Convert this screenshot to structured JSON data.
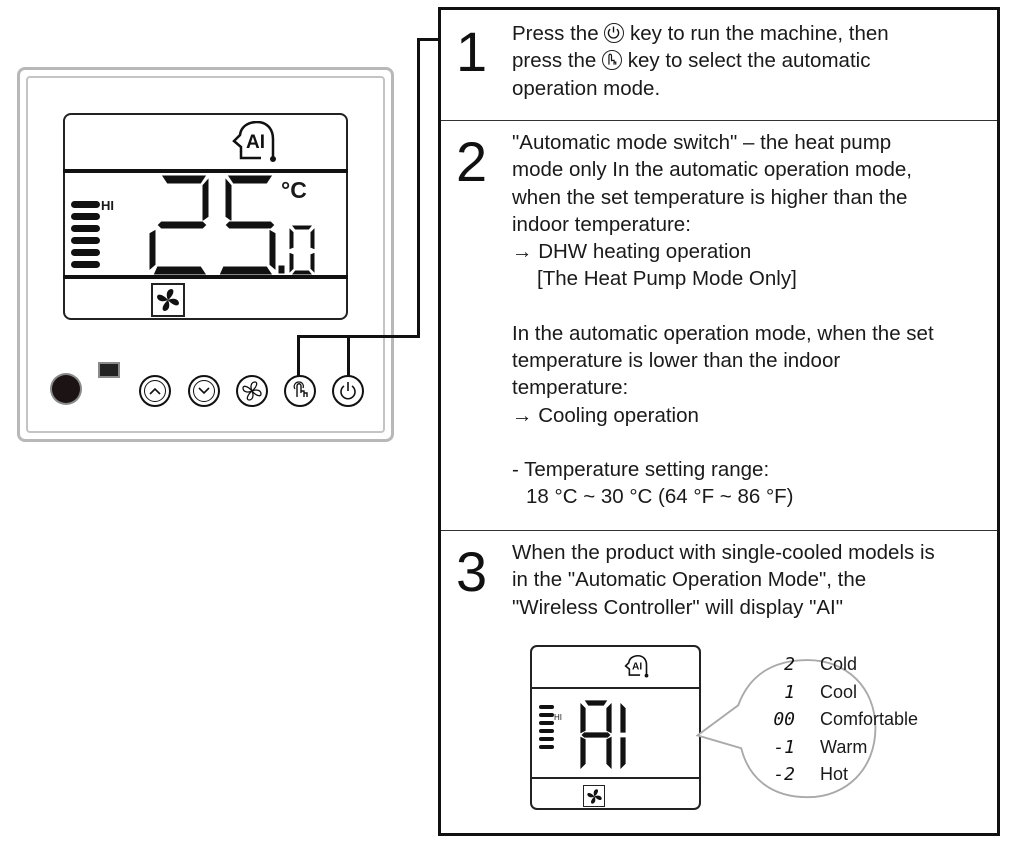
{
  "controller": {
    "display": {
      "temperature_whole": "25",
      "temperature_decimal": "0",
      "unit": "°C",
      "fan_speed_label": "HI",
      "fan_speed_levels": 6,
      "mode_icon": "ai-head-icon",
      "mode_icon_text": "AI"
    },
    "keys": [
      {
        "name": "up-key",
        "icon": "chevron-up-icon"
      },
      {
        "name": "down-key",
        "icon": "chevron-down-icon"
      },
      {
        "name": "fan-key",
        "icon": "fan-icon"
      },
      {
        "name": "mode-key",
        "icon": "hand-pointer-icon"
      },
      {
        "name": "power-key",
        "icon": "power-icon"
      }
    ]
  },
  "steps": [
    {
      "number": "1",
      "lines": {
        "l1_a": "Press the",
        "l1_b": "key to run the machine, then",
        "l2_a": "press the",
        "l2_b": "key to select the automatic",
        "l3": "operation mode."
      }
    },
    {
      "number": "2",
      "lines": [
        "\"Automatic mode switch\" – the heat pump",
        "mode only In the automatic operation mode,",
        "when the set temperature is higher than the",
        "indoor temperature:",
        "→ DHW heating operation",
        "[The Heat Pump Mode Only]",
        "In the automatic operation mode, when the set",
        "temperature is lower than the indoor",
        "temperature:",
        "→ Cooling operation",
        "- Temperature setting range:",
        "18 °C ~ 30 °C (64 °F ~ 86 °F)"
      ]
    },
    {
      "number": "3",
      "lines": [
        "When the product with single-cooled models is",
        "in the \"Automatic Operation Mode\", the",
        "\"Wireless Controller\" will display \"AI\""
      ],
      "mini_display": {
        "text": "AI",
        "fan_speed_label": "HI",
        "mode_icon_text": "AI"
      },
      "comfort_scale": [
        {
          "code": "2",
          "label": "Cold"
        },
        {
          "code": "1",
          "label": "Cool"
        },
        {
          "code": "00",
          "label": "Comfortable"
        },
        {
          "code": "-1",
          "label": "Warm"
        },
        {
          "code": "-2",
          "label": "Hot"
        }
      ]
    }
  ]
}
